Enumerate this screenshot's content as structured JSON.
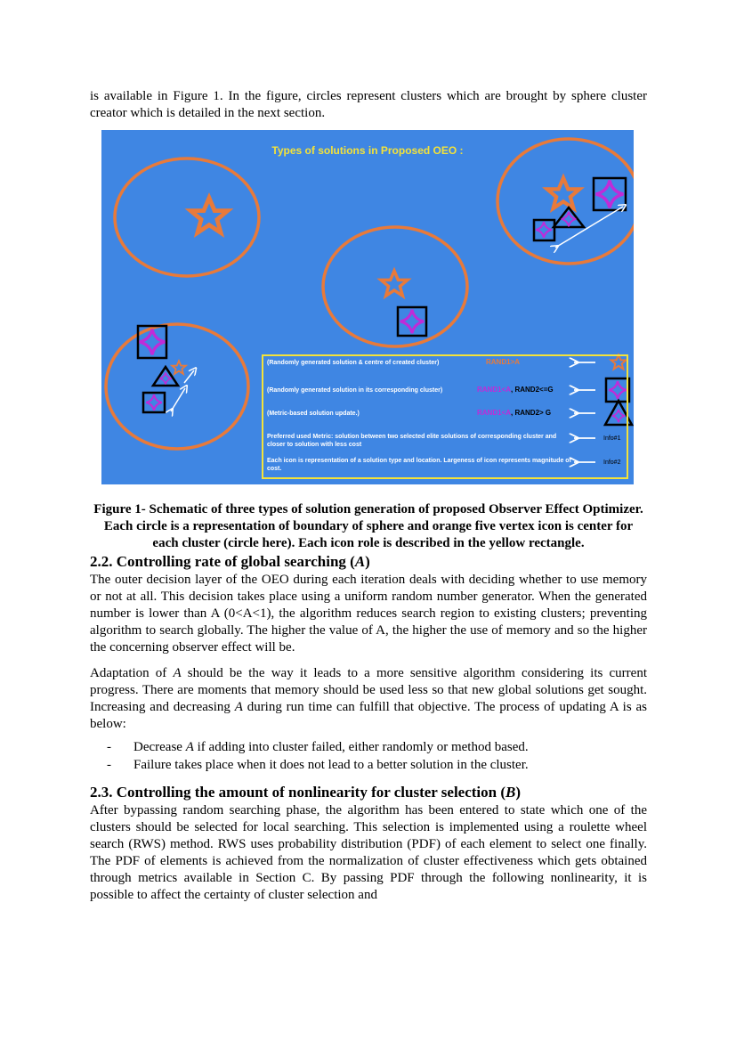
{
  "intro_text": "is available in Figure 1. In the figure, circles represent clusters which are brought by sphere cluster creator which is detailed in the next section.",
  "figure": {
    "title": "Types of solutions in Proposed OEO :",
    "background_color": "#3f86e3",
    "cluster_color": "#e87a3a",
    "highlight_color": "#f3e23a",
    "marker_color": "#c02bd8",
    "legend": [
      {
        "text": "(Randomly generated solution & centre of created cluster)",
        "tag": "RAND1>A",
        "icon": "orange-star-icon"
      },
      {
        "text": "(Randomly generated solution in its corresponding cluster)",
        "tag": "RAND1<A",
        "tag_suffix": ", RAND2<=G",
        "icon": "square-star-icon"
      },
      {
        "text": "(Metric-based solution update.)",
        "tag": "RAND1<A",
        "tag_suffix": ", RAND2> G",
        "icon": "triangle-star-icon"
      },
      {
        "text": "Preferred used Metric: solution between two selected elite  solutions of corresponding cluster and closer to solution with less cost",
        "info": "Info#1"
      },
      {
        "text": "Each icon is representation of a solution type and location. Largeness of icon represents magnitude of cost.",
        "info": "Info#2"
      }
    ]
  },
  "caption": "Figure 1- Schematic of three types of solution generation of proposed Observer Effect Optimizer. Each circle is a representation of boundary of sphere and orange five vertex icon is center for each cluster (circle here). Each icon role is described in the yellow rectangle.",
  "section_2_2": {
    "heading_prefix": "2.2. Controlling rate of global searching (",
    "heading_var": "A",
    "heading_suffix": ")",
    "para1": "The outer decision layer of the OEO during each iteration deals with deciding whether to use memory or not at all. This decision takes place using a uniform random number generator. When the generated number is lower than A (0<A<1), the algorithm reduces search region to existing clusters; preventing algorithm to search globally. The higher the value of A, the higher the use of memory and so the higher the concerning observer effect will be.",
    "para2_a": "Adaptation of ",
    "para2_var": "A",
    "para2_b": " should be the way it leads to a more sensitive algorithm considering its current progress. There are moments that memory should be used less so that new global solutions get sought. Increasing and decreasing ",
    "para2_var2": "A",
    "para2_c": " during run time can fulfill that objective. The process of updating A is as below:",
    "bullet1_a": "Decrease ",
    "bullet1_var": "A",
    "bullet1_b": " if adding into cluster failed, either randomly or method based.",
    "bullet2": "Failure takes place when it does not lead to a better solution in the cluster."
  },
  "section_2_3": {
    "heading_prefix": "2.3. Controlling the amount of nonlinearity for cluster selection (",
    "heading_var": "B",
    "heading_suffix": ")",
    "para1": "After bypassing random searching phase, the algorithm has been entered to state which one of the clusters should be selected for local searching. This selection is implemented using a roulette wheel search (RWS) method. RWS uses probability distribution (PDF) of each element to select one finally. The PDF of elements is achieved from the normalization of cluster effectiveness which gets obtained through metrics available in Section C. By passing PDF through the following nonlinearity, it is possible to affect the certainty of cluster selection and"
  }
}
